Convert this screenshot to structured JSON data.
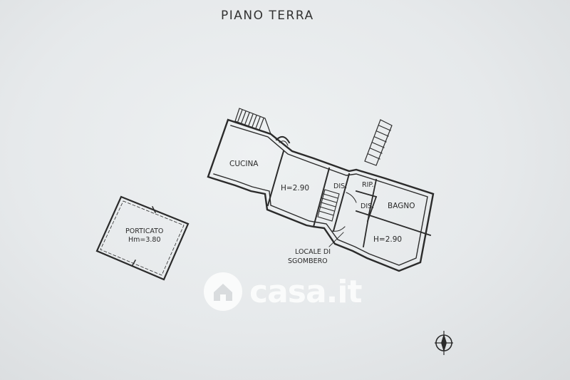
{
  "title": "PIANO TERRA",
  "rooms": {
    "cucina": "CUCINA",
    "h_left": "H=2.90",
    "dis_top": "DIS.",
    "rip": "RIP.",
    "dis_mid": "DIS.",
    "bagno": "BAGNO",
    "h_right": "H=2.90",
    "porticato": "PORTICATO",
    "porticato_h": "Hm=3.80",
    "locale_1": "LOCALE DI",
    "locale_2": "SGOMBERO"
  },
  "watermark": "casa.it",
  "icons": {
    "watermark_logo": "house-circle-icon",
    "north": "compass-north-icon"
  }
}
